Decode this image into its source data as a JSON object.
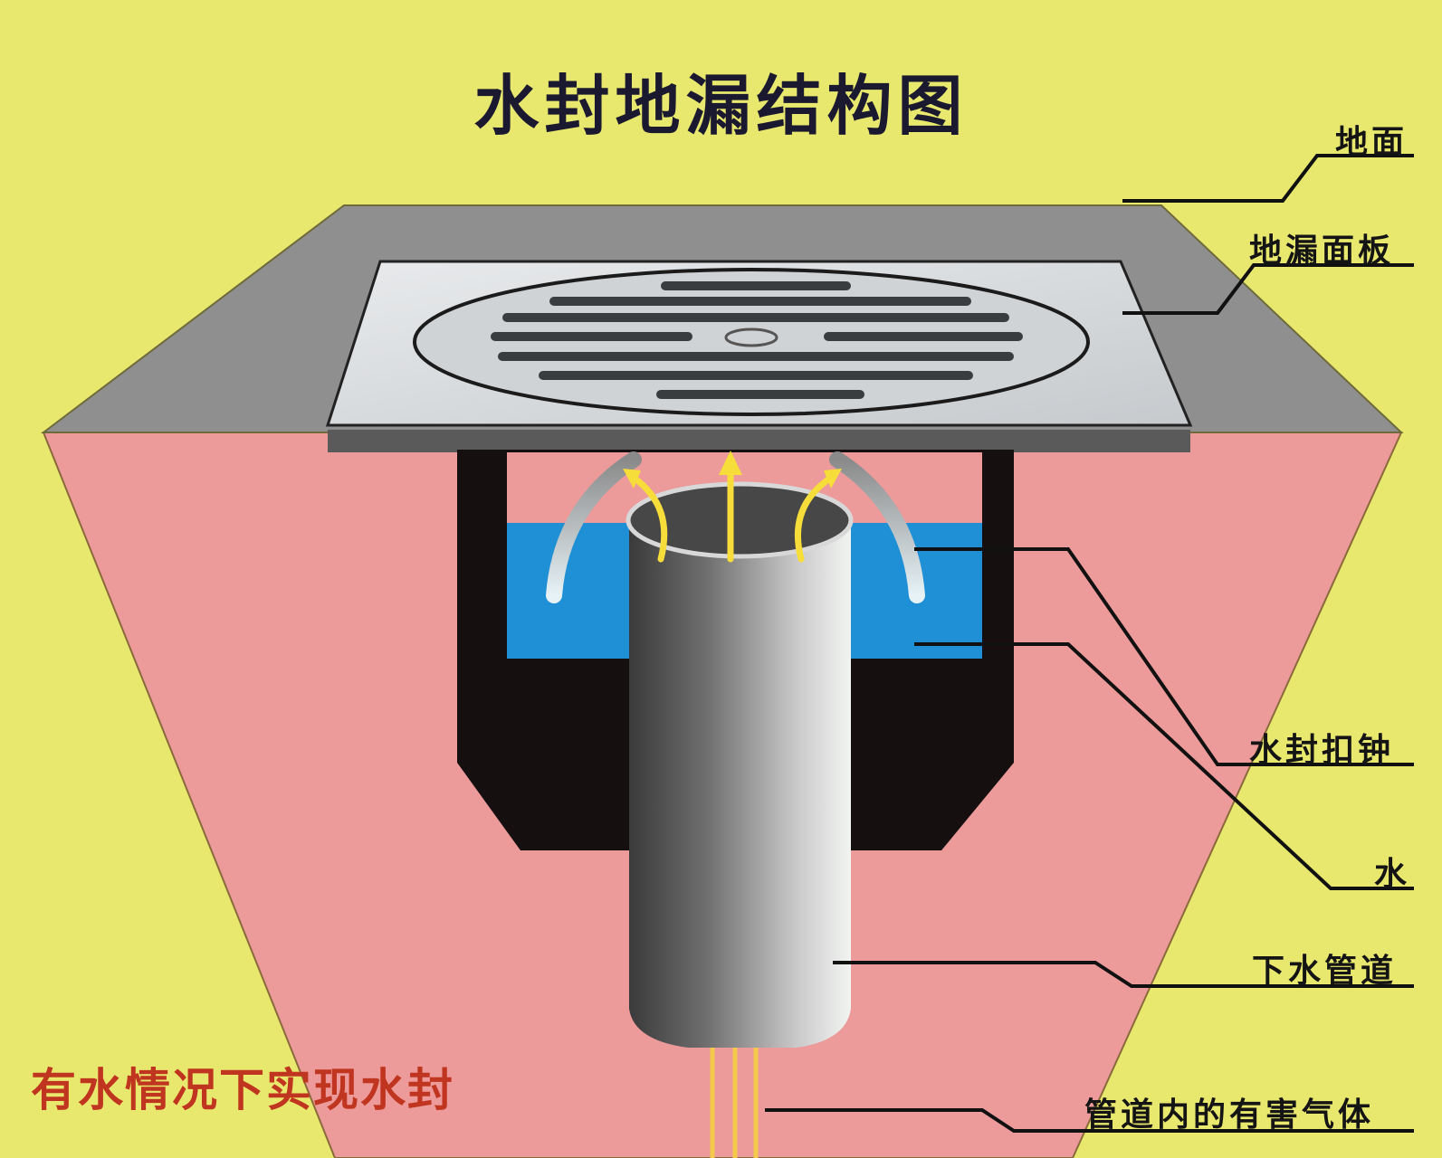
{
  "title": "水封地漏结构图",
  "labels": {
    "ground": "地面",
    "drain_cover": "地漏面板",
    "water_seal_bell": "水封扣钟",
    "water": "水",
    "drain_pipe": "下水管道",
    "pipe_gas": "管道内的有害气体"
  },
  "caption": "有水情况下实现水封",
  "colors": {
    "background": "#e9e86e",
    "floor_top": "#8f8f8f",
    "soil": "#ec9a9a",
    "water": "#1f8fd6",
    "bell": "#15100f",
    "cover": "#d9dde0",
    "gas_arrow": "#f7dd3a",
    "title_text": "#1a1930",
    "caption_text": "#c0351f"
  }
}
